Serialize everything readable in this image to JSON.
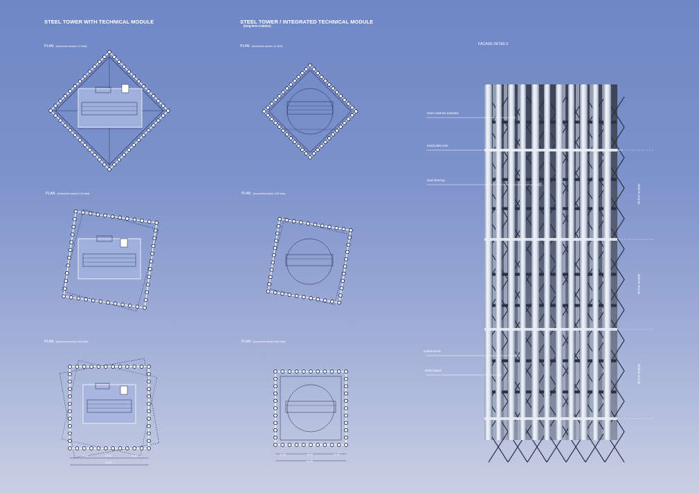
{
  "columns": [
    {
      "title": "STEEL TOWER WITH TECHNICAL MODULE",
      "subtitle": ""
    },
    {
      "title": "STEEL TOWER  /  INTEGRATED TECHNICAL MODULE",
      "subtitle": "(long-term solution)"
    }
  ],
  "plans": {
    "left": [
      {
        "label": "PLAN",
        "section": "(horizontal section 10 feet)"
      },
      {
        "label": "PLAN",
        "section": "(horizontal section 430 feet)"
      },
      {
        "label": "PLAN",
        "section": "(horizontal section 840 feet)"
      }
    ],
    "right": [
      {
        "label": "PLAN",
        "section": "(horizontal section 10 feet)"
      },
      {
        "label": "PLAN",
        "section": "(horizontal section 430 feet)"
      },
      {
        "label": "PLAN",
        "section": "(horizontal section 840 feet)"
      }
    ]
  },
  "facade": {
    "title": "FACADE DETAILS",
    "callouts": [
      "steel columns (tubular)",
      "head plate joint",
      "steel bracing",
      "substructure",
      "shield panel"
    ],
    "module_labels": [
      "40-foot module",
      "40-foot module",
      "40-foot module"
    ]
  },
  "dimensions": {
    "left_bottom": [
      "11.00",
      "40.00",
      "11.00",
      "60.00"
    ],
    "right_bottom": [
      "11.00",
      "40.00",
      "11.00",
      "60.00"
    ]
  },
  "colors": {
    "background_top": "#6f87c6",
    "background_bottom": "#c9cfe3",
    "line": "#ffffff",
    "ink": "#1b2240"
  }
}
